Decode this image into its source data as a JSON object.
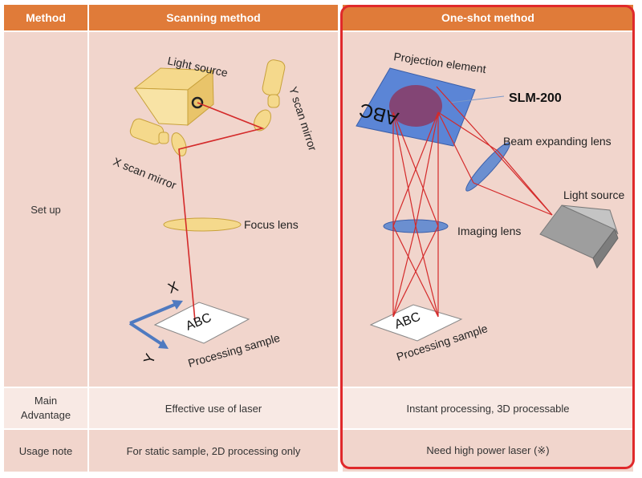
{
  "header": {
    "method": "Method",
    "scanning": "Scanning method",
    "oneshot": "One-shot method"
  },
  "rows": {
    "setup": "Set up",
    "main_advantage": "Main Advantage",
    "usage_note": "Usage note"
  },
  "scanning": {
    "labels": {
      "light_source": "Light source",
      "y_scan_mirror": "Y scan mirror",
      "x_scan_mirror": "X scan mirror",
      "focus_lens": "Focus lens",
      "processing_sample": "Processing sample",
      "sample_text": "ABC",
      "axis_x": "X",
      "axis_y": "Y"
    },
    "main_advantage": "Effective use of laser",
    "usage_note": "For static sample, 2D processing only"
  },
  "oneshot": {
    "labels": {
      "projection_element": "Projection element",
      "slm": "SLM-200",
      "projection_text": "ABC",
      "beam_expanding_lens": "Beam expanding lens",
      "light_source": "Light source",
      "imaging_lens": "Imaging lens",
      "processing_sample": "Processing sample",
      "sample_text": "ABC"
    },
    "main_advantage": "Instant processing, 3D processable",
    "usage_note": "Need high power laser (※)"
  },
  "colors": {
    "header": "#e07b39",
    "cell_dark": "#f1d5cc",
    "cell_light": "#f8e9e4",
    "laser": "#d42a2a",
    "highlight_border": "#e0292b"
  }
}
